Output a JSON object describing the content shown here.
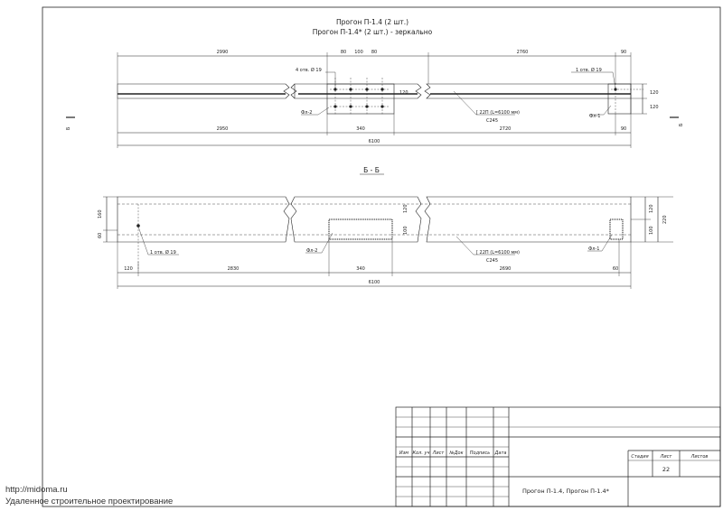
{
  "title": {
    "line1": "Прогон П-1.4 (2 шт.)",
    "line2": "Прогон П-1.4* (2 шт.) - зеркально"
  },
  "plan": {
    "top_dims": [
      "2990",
      "80",
      "100",
      "80",
      "2760",
      "90"
    ],
    "right_dims": [
      "120",
      "120",
      "120"
    ],
    "bottom_dims": [
      "2950",
      "340",
      "2720",
      "90"
    ],
    "overall": "6100",
    "holes_left": "4 отв. Ø 19",
    "holes_right": "1 отв. Ø 19",
    "plate_left": "Фл-2",
    "plate_right": "Фл-1",
    "profile": "[ 22П (L=6100 мм)",
    "steel": "С245",
    "section_mark": "Б"
  },
  "section": {
    "title": "Б - Б",
    "left_dims": [
      "160",
      "60"
    ],
    "right_dims": [
      "120",
      "100",
      "220"
    ],
    "inner_dims": [
      "120",
      "100"
    ],
    "bottom_dims": [
      "120",
      "2830",
      "340",
      "2690",
      "60"
    ],
    "overall": "6100",
    "hole": "1 отв. Ø 19",
    "plate_left": "Фл-2",
    "plate_right": "Фл-1",
    "profile": "[ 22П (L=6100 мм)",
    "steel": "С245"
  },
  "title_block": {
    "headers": [
      "Изм",
      "Кол. уч",
      "Лист",
      "№Док",
      "Подпись",
      "Дата"
    ],
    "stage": "Стадия",
    "sheet": "Лист",
    "sheets": "Листов",
    "sheet_number": "22",
    "name": "Прогон П-1.4, Прогон П-1.4*"
  },
  "watermark": {
    "url": "http://midoma.ru",
    "caption": "Удаленное строительное проектирование"
  }
}
